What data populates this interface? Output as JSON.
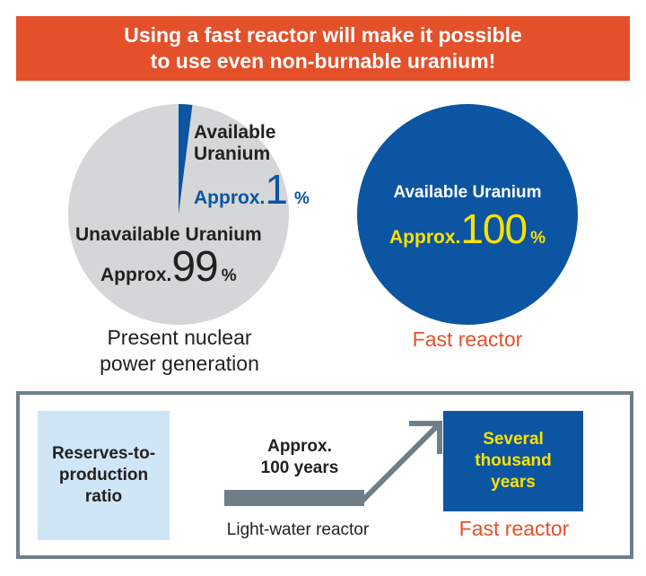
{
  "banner": {
    "line1": "Using a fast reactor will make it possible",
    "line2": "to use even non-burnable uranium!"
  },
  "present": {
    "available_line1": "Available",
    "available_line2": "Uranium",
    "available_prefix": "Approx.",
    "available_value": "1",
    "available_unit": "%",
    "unavailable_label": "Unavailable Uranium",
    "unavailable_prefix": "Approx.",
    "unavailable_value": "99",
    "unavailable_unit": "%",
    "caption_line1": "Present nuclear",
    "caption_line2": "power generation",
    "available_fraction": 0.02
  },
  "fast": {
    "label": "Available Uranium",
    "prefix": "Approx.",
    "value": "100",
    "unit": "%",
    "caption": "Fast reactor"
  },
  "comparison": {
    "metric_line1": "Reserves-to-",
    "metric_line2": "production",
    "metric_line3": "ratio",
    "lw_value_line1": "Approx.",
    "lw_value_line2": "100 years",
    "lw_caption": "Light-water reactor",
    "fr_value_line1": "Several",
    "fr_value_line2": "thousand",
    "fr_value_line3": "years",
    "fr_caption": "Fast reactor"
  },
  "colors": {
    "accent_orange": "#e4502a",
    "blue": "#0b55a2",
    "grey_pie": "#d5d6d7",
    "highlight_yellow": "#ffe100",
    "light_blue": "#cfe6f7",
    "panel_border": "#6e7f89"
  }
}
